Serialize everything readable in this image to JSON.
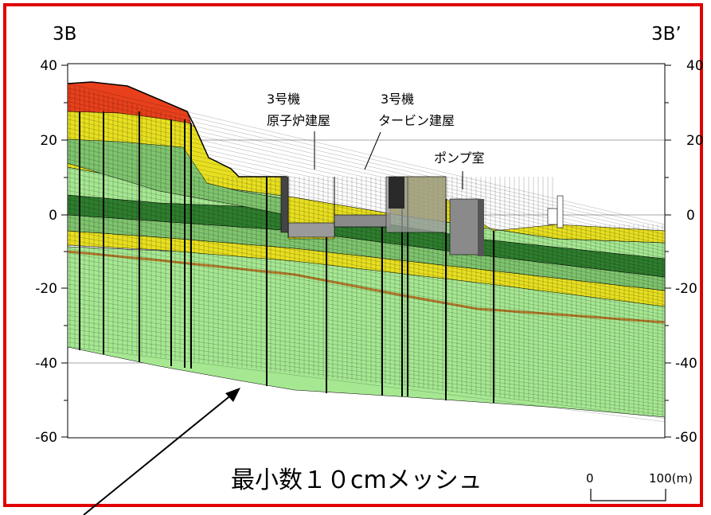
{
  "section": {
    "left_label": "3B",
    "right_label": "3B’"
  },
  "axis": {
    "ticks": [
      "40",
      "20",
      "0",
      "-20",
      "-40",
      "-60"
    ]
  },
  "annotations": {
    "reactor_line1": "3号機",
    "reactor_line2": "原子炉建屋",
    "turbine_line1": "3号機",
    "turbine_line2": "タービン建屋",
    "pump": "ポンプ室"
  },
  "mesh_note": "最小数１０cmメッシュ",
  "scale": {
    "zero": "0",
    "end": "100(m)"
  },
  "colors": {
    "frame": "#e00000",
    "red_layer": "#e8401c",
    "yellow_layer": "#e8e020",
    "light_green_layer": "#a6e892",
    "green_layer": "#7fc46e",
    "dark_green_layer": "#2e7d2e",
    "brown_seam": "#b07a2a",
    "building": "#888888"
  }
}
